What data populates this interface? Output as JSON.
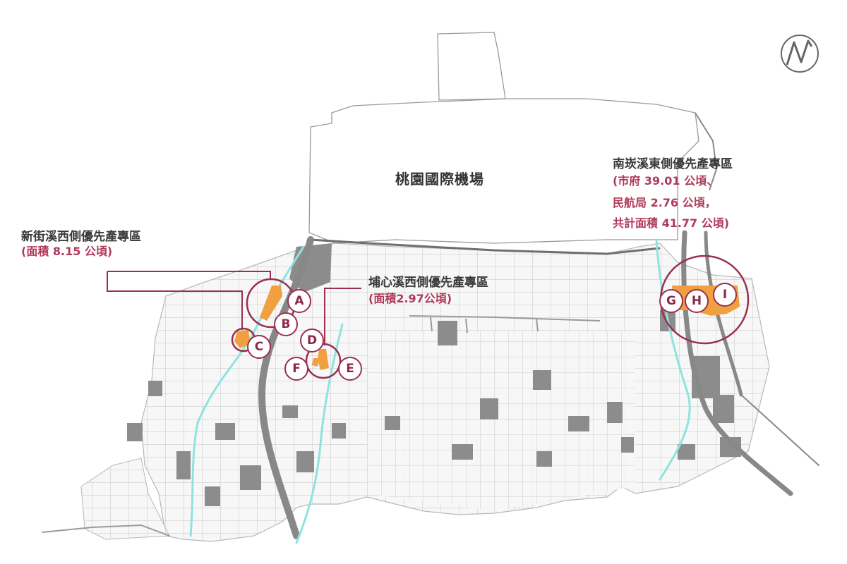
{
  "airport": {
    "name": "桃園國際機場"
  },
  "zones": {
    "xinjie": {
      "title": "新街溪西側優先產專區",
      "area": "(面積 8.15 公頃)"
    },
    "puxin": {
      "title": "埔心溪西側優先產專區",
      "area": "(面積2.97公頃)"
    },
    "nankan": {
      "title": "南崁溪東側優先產專區",
      "line1": "(市府 39.01 公頃、",
      "line2": "民航局 2.76 公頃，",
      "line3": "共計面積 41.77 公頃)"
    }
  },
  "markers": {
    "a": "A",
    "b": "B",
    "c": "C",
    "d": "D",
    "e": "E",
    "f": "F",
    "g": "G",
    "h": "H",
    "i": "I"
  },
  "colors": {
    "highlight": "#f0a040",
    "accent": "#9a2f4f",
    "block": "#8c8c8c",
    "river": "#8fe3df",
    "street": "#d0d0d0"
  },
  "icons": {
    "compass": "north-arrow-icon"
  }
}
